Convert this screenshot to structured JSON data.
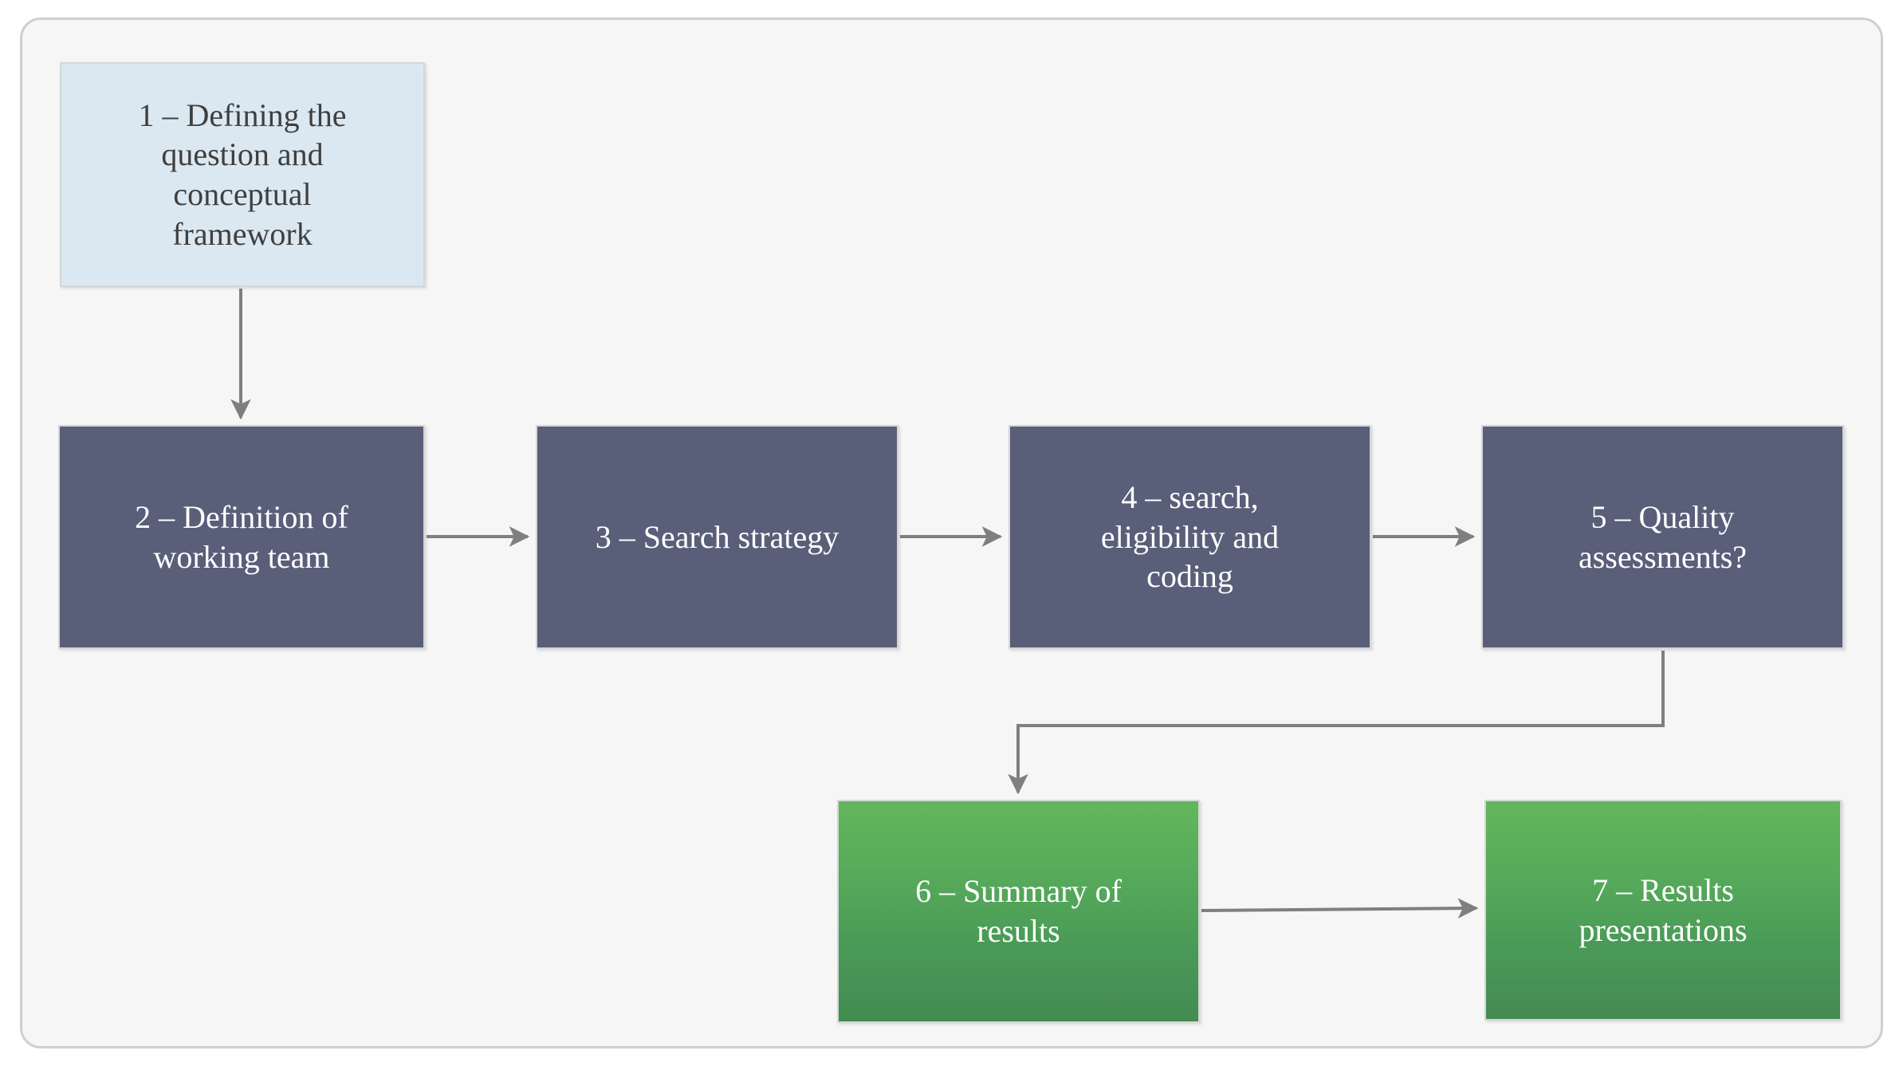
{
  "diagram": {
    "title": "Systematic review process flowchart",
    "frame": {
      "background_color": "#f6f6f6",
      "border_color": "#cfcfcf"
    },
    "palette": {
      "blue_fill": "#dbe8f2",
      "blue_text": "#3f3f3f",
      "slate_fill": "#595e79",
      "slate_text": "#ffffff",
      "green_fill_top": "#63b75b",
      "green_fill_bottom": "#438b52",
      "green_text": "#ffffff",
      "connector_color": "#7f7f7f",
      "node_border": "#d6d6d6"
    },
    "nodes": [
      {
        "id": "1",
        "label": "1 – Defining the\nquestion and\nconceptual\nframework",
        "style": "blue"
      },
      {
        "id": "2",
        "label": "2 – Definition of\nworking  team",
        "style": "slate"
      },
      {
        "id": "3",
        "label": "3 – Search strategy",
        "style": "slate"
      },
      {
        "id": "4",
        "label": "4 – search,\neligibility and\ncoding",
        "style": "slate"
      },
      {
        "id": "5",
        "label": "5 – Quality\nassessments?",
        "style": "slate"
      },
      {
        "id": "6",
        "label": "6 – Summary of\nresults",
        "style": "green"
      },
      {
        "id": "7",
        "label": "7 – Results\npresentations",
        "style": "green"
      }
    ],
    "connectors": [
      {
        "id": "c1",
        "from": "1",
        "to": "2",
        "kind": "straight-down",
        "arrow": "down"
      },
      {
        "id": "c2",
        "from": "2",
        "to": "3",
        "kind": "straight-right",
        "arrow": "right"
      },
      {
        "id": "c3",
        "from": "3",
        "to": "4",
        "kind": "straight-right",
        "arrow": "right"
      },
      {
        "id": "c4",
        "from": "4",
        "to": "5",
        "kind": "straight-right",
        "arrow": "right"
      },
      {
        "id": "c5",
        "from": "5",
        "to": "6",
        "kind": "elbow-down-left-down",
        "arrow": "down"
      },
      {
        "id": "c6",
        "from": "6",
        "to": "7",
        "kind": "straight-right",
        "arrow": "right"
      }
    ]
  }
}
